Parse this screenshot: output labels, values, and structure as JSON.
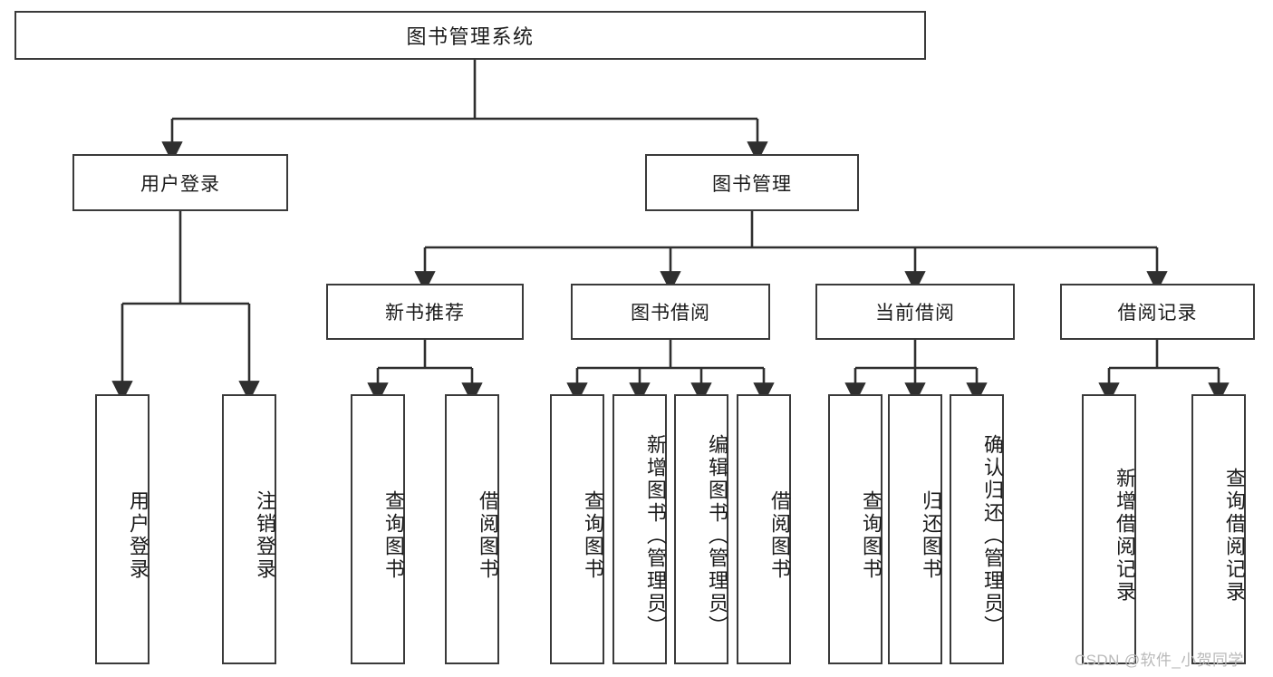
{
  "diagram": {
    "title": "图书管理系统",
    "watermark": "CSDN @软件_小贺同学",
    "colors": {
      "stroke": "#3a3a3a",
      "fill": "#ffffff",
      "text": "#1b1b1b",
      "watermark": "#b9b9b9"
    },
    "levels": {
      "root": "图书管理系统",
      "level2": [
        "用户登录",
        "图书管理"
      ],
      "level3": [
        "新书推荐",
        "图书借阅",
        "当前借阅",
        "借阅记录"
      ]
    },
    "nodes": {
      "root": "图书管理系统",
      "user_login": "用户登录",
      "book_manage": "图书管理",
      "new_book_rec": "新书推荐",
      "book_borrow": "图书借阅",
      "current_borrow": "当前借阅",
      "borrow_record": "借阅记录"
    },
    "leaves": {
      "user_login": [
        "用户登录",
        "注销登录"
      ],
      "new_book_rec": [
        "查询图书",
        "借阅图书"
      ],
      "book_borrow": [
        "查询图书",
        "新增图书（管理员）",
        "编辑图书（管理员）",
        "借阅图书"
      ],
      "current_borrow": [
        "查询图书",
        "归还图书",
        "确认归还（管理员）"
      ],
      "borrow_record": [
        "新增借阅记录",
        "查询借阅记录"
      ]
    }
  }
}
